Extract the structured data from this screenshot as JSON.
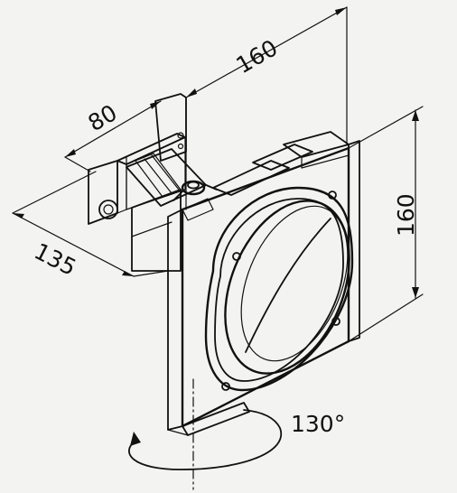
{
  "dimensions": {
    "depth": "160",
    "bracket_width": "80",
    "side_length": "135",
    "height": "160",
    "rotation": "130°"
  },
  "colors": {
    "background": "#f3f3f1",
    "line": "#111111",
    "face": "#ffffff",
    "shade": "#dcdcda"
  }
}
